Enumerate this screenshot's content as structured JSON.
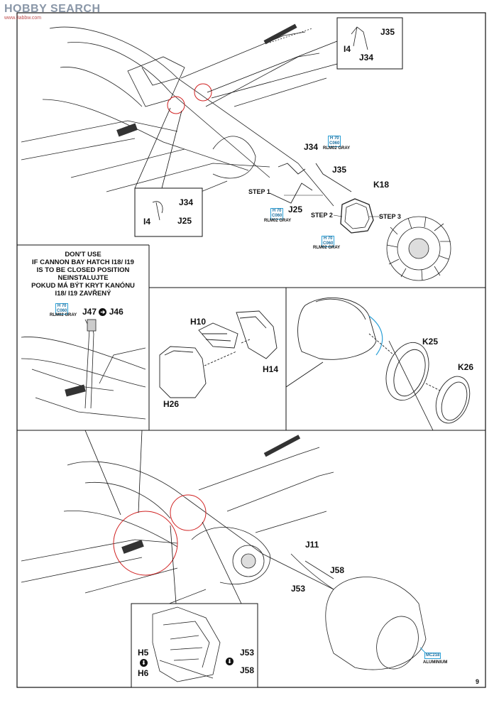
{
  "watermark": {
    "brand": "HOBBY SEARCH",
    "url": "www.3abbw.com"
  },
  "page_number": "9",
  "callout_top_right": {
    "labels": [
      "J35",
      "I4",
      "J34"
    ]
  },
  "callout_left": {
    "labels": [
      "J34",
      "I4",
      "J25"
    ]
  },
  "main_top": {
    "parts": [
      "J34",
      "J35",
      "K18",
      "J25"
    ],
    "steps": [
      "STEP 1",
      "STEP 2",
      "STEP 3"
    ],
    "paint": {
      "code_h": "H 70",
      "code": "C060",
      "name": "RLM02 GRAY"
    }
  },
  "note_panel": {
    "lines": [
      "DON'T USE",
      "IF CANNON BAY HATCH I18/ I19",
      "IS TO BE CLOSED POSITION",
      "NEINSTALUJTE",
      "POKUD MÁ BÝT KRYT KANÓNU",
      "I18/ I19 ZAVŘENÝ"
    ],
    "part_a": "J47",
    "part_b": "J46",
    "paint": {
      "code_h": "H 70",
      "code": "C060",
      "name": "RLM02 GRAY"
    }
  },
  "middle_panel": {
    "labels": [
      "H10",
      "H14",
      "H26"
    ]
  },
  "right_panel": {
    "labels": [
      "K25",
      "K26"
    ]
  },
  "bottom_main": {
    "labels": [
      "J11",
      "J58",
      "J53"
    ],
    "paint": {
      "code": "MC218",
      "name": "ALUMINIUM"
    }
  },
  "bottom_inset": {
    "labels": [
      "H5",
      "H6",
      "J53",
      "J58"
    ]
  }
}
